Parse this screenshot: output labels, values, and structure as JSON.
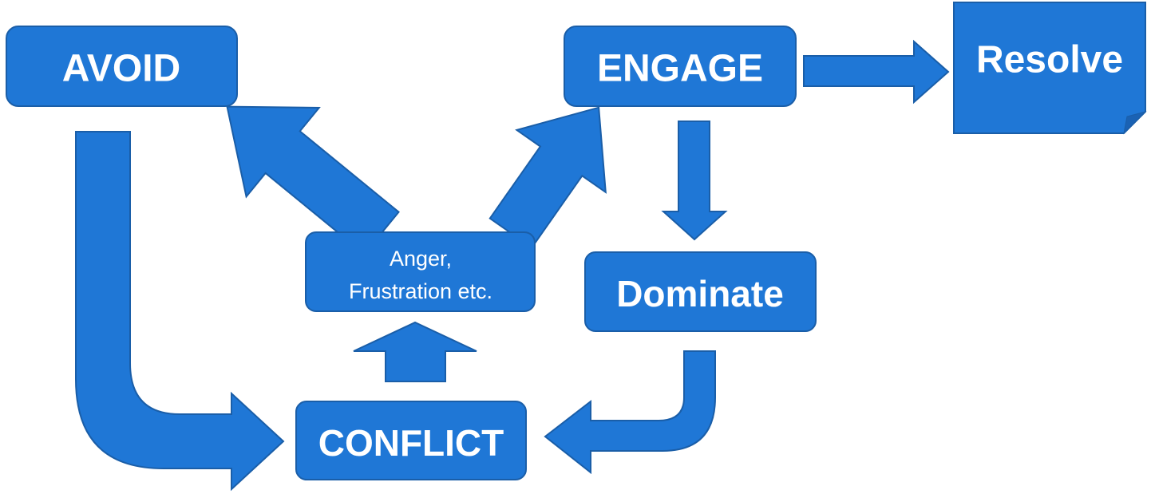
{
  "colors": {
    "fill": "#1f77d6",
    "stroke": "#1a5ea8",
    "text": "#ffffff"
  },
  "nodes": {
    "avoid": "AVOID",
    "engage": "ENGAGE",
    "resolve": "Resolve",
    "emotion_line1": "Anger,",
    "emotion_line2": "Frustration etc.",
    "dominate": "Dominate",
    "conflict": "CONFLICT"
  }
}
